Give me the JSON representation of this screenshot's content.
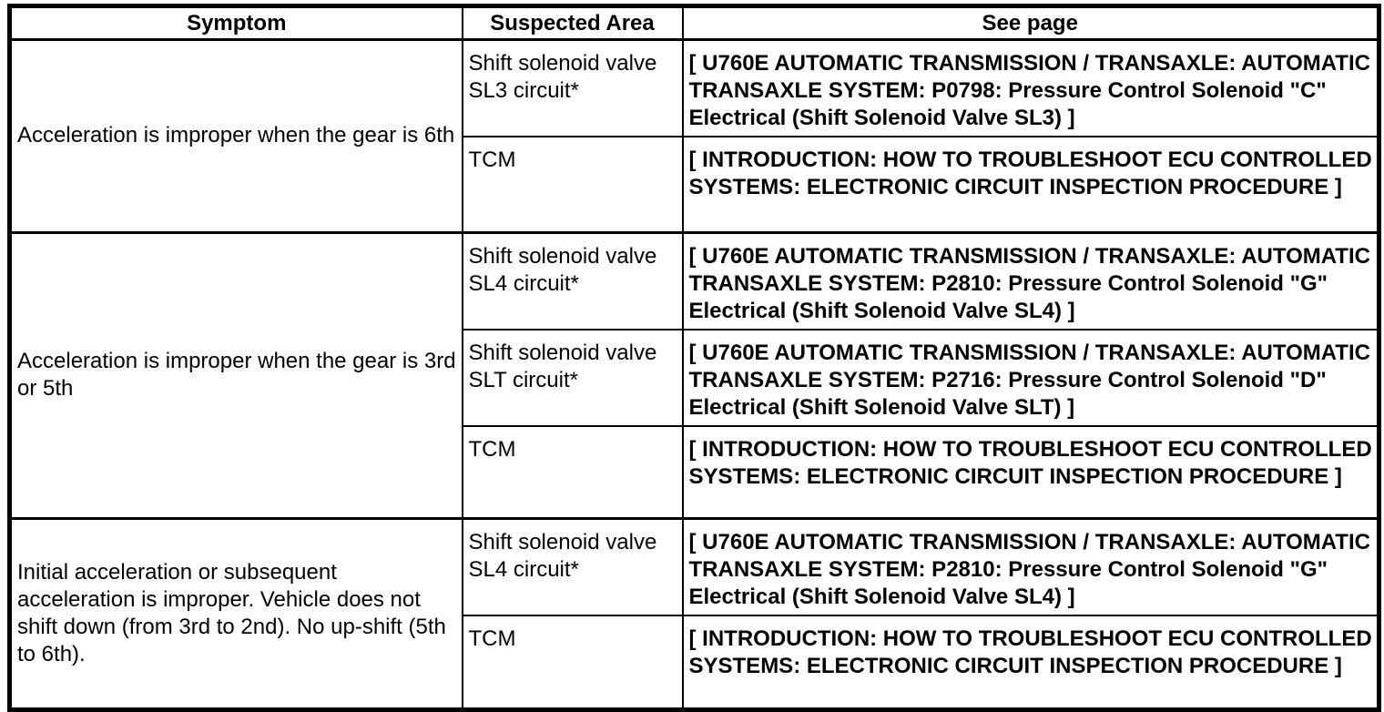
{
  "table": {
    "headers": [
      "Symptom",
      "Suspected Area",
      "See page"
    ],
    "groups": [
      {
        "symptom": "Acceleration is improper when the gear is 6th",
        "rows": [
          {
            "suspected_area": "Shift solenoid valve SL3 circuit*",
            "see_page": "[ U760E AUTOMATIC TRANSMISSION / TRANSAXLE: AUTOMATIC TRANSAXLE SYSTEM: P0798: Pressure Control Solenoid \"C\" Electrical (Shift Solenoid Valve SL3) ]"
          },
          {
            "suspected_area": "TCM",
            "see_page": "[ INTRODUCTION: HOW TO TROUBLESHOOT ECU CONTROLLED SYSTEMS: ELECTRONIC CIRCUIT INSPECTION PROCEDURE ]"
          }
        ]
      },
      {
        "symptom": "Acceleration is improper when the gear is 3rd or 5th",
        "rows": [
          {
            "suspected_area": "Shift solenoid valve SL4 circuit*",
            "see_page": "[ U760E AUTOMATIC TRANSMISSION / TRANSAXLE: AUTOMATIC TRANSAXLE SYSTEM: P2810: Pressure Control Solenoid \"G\" Electrical (Shift Solenoid Valve SL4) ]"
          },
          {
            "suspected_area": "Shift solenoid valve SLT circuit*",
            "see_page": "[ U760E AUTOMATIC TRANSMISSION / TRANSAXLE: AUTOMATIC TRANSAXLE SYSTEM: P2716: Pressure Control Solenoid \"D\" Electrical (Shift Solenoid Valve SLT) ]"
          },
          {
            "suspected_area": "TCM",
            "see_page": "[ INTRODUCTION: HOW TO TROUBLESHOOT ECU CONTROLLED SYSTEMS: ELECTRONIC CIRCUIT INSPECTION PROCEDURE ]"
          }
        ]
      },
      {
        "symptom": "Initial acceleration or subsequent acceleration is improper. Vehicle does not shift down (from 3rd to 2nd). No up-shift (5th to 6th).",
        "rows": [
          {
            "suspected_area": "Shift solenoid valve SL4 circuit*",
            "see_page": "[ U760E AUTOMATIC TRANSMISSION / TRANSAXLE: AUTOMATIC TRANSAXLE SYSTEM: P2810: Pressure Control Solenoid \"G\" Electrical (Shift Solenoid Valve SL4) ]"
          },
          {
            "suspected_area": "TCM",
            "see_page": "[ INTRODUCTION: HOW TO TROUBLESHOOT ECU CONTROLLED SYSTEMS: ELECTRONIC CIRCUIT INSPECTION PROCEDURE ]"
          }
        ]
      }
    ]
  }
}
